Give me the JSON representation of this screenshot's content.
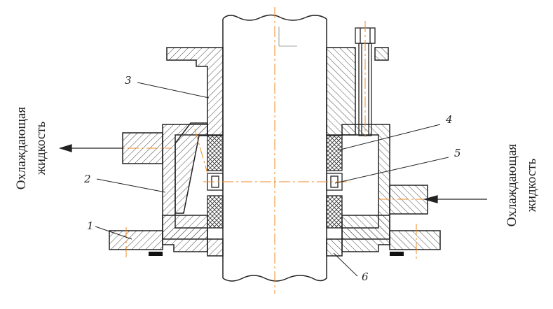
{
  "labels": {
    "left_text_line1": "Охлаждающая",
    "left_text_line2": "жидкость",
    "right_text_line1": "Охлаждающая",
    "right_text_line2": "жидкость",
    "n1": "1",
    "n2": "2",
    "n3": "3",
    "n4": "4",
    "n5": "5",
    "n6": "6"
  },
  "colors": {
    "line": "#222222",
    "centerline": "#f08a24",
    "hatch": "#444444",
    "seal": "#111111"
  }
}
